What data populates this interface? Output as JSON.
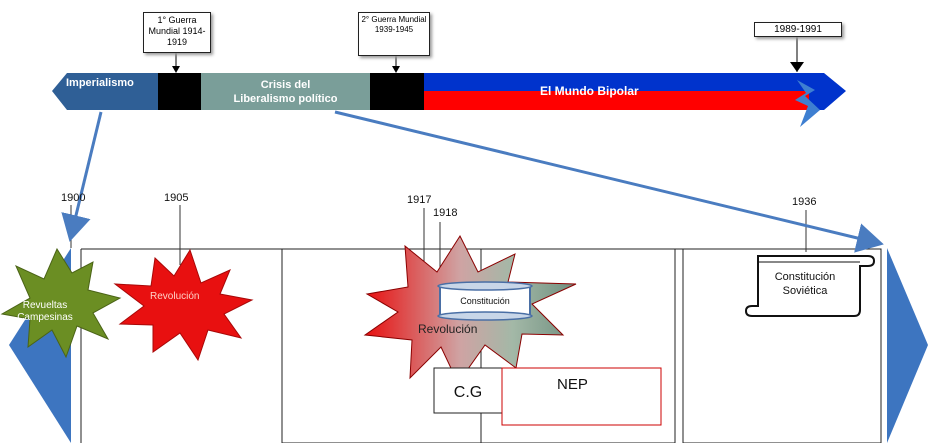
{
  "colors": {
    "imperialismo": "#2f5f96",
    "crisis": "#7a9e99",
    "war": "#000000",
    "bipolar_blue": "#0033cc",
    "bipolar_red": "#ff0000",
    "arrow": "#4a7cc0",
    "revolucion_red": "#e81010",
    "revueltas_green": "#6b8e23",
    "nep_border": "#cc0000"
  },
  "top_timeline": {
    "callouts": {
      "ww1": "1° Guerra Mundial 1914-1919",
      "ww2": "2° Guerra Mundial 1939-1945",
      "end": "1989-1991"
    },
    "segments": {
      "imperialismo": "Imperialismo",
      "crisis_line1": "Crisis del",
      "crisis_line2": "Liberalismo político",
      "bipolar": "El Mundo Bipolar"
    }
  },
  "bottom_timeline": {
    "years": {
      "y1900": "1900",
      "y1905": "1905",
      "y1917": "1917",
      "y1918": "1918",
      "y1936": "1936"
    },
    "events": {
      "revueltas": "Revueltas Campesinas",
      "revolucion_1905": "Revolución",
      "revolucion_1917": "Revolución",
      "constitucion_1918": "Constitución",
      "constitucion_sovietica": "Constitución Soviética",
      "cg": "C.G",
      "nep": "NEP"
    }
  }
}
